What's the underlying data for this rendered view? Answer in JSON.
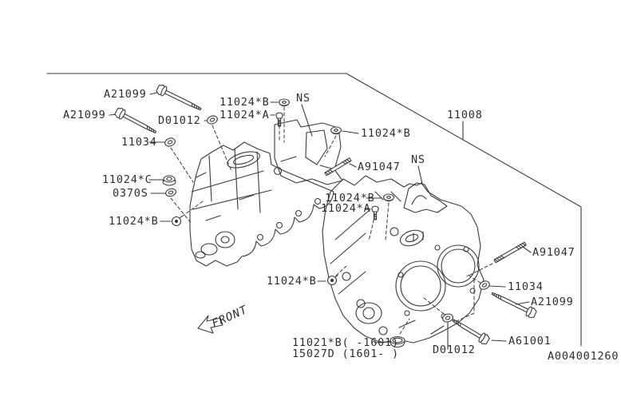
{
  "diagram": {
    "drawing_code": "A004001260",
    "main_part": "11008",
    "direction_label": "FRONT",
    "not_supplied_label": "NS"
  },
  "callouts": [
    {
      "text": "A21099",
      "type": "flange-bolt"
    },
    {
      "text": "A21099",
      "type": "flange-bolt"
    },
    {
      "text": "D01012",
      "type": "washer"
    },
    {
      "text": "11034",
      "type": "washer"
    },
    {
      "text": "11024*B",
      "type": "sealing-plug"
    },
    {
      "text": "NS",
      "type": "not-supplied"
    },
    {
      "text": "11024*A",
      "type": "bolt"
    },
    {
      "text": "11024*B",
      "type": "sealing-plug"
    },
    {
      "text": "11008",
      "type": "cylinder-block"
    },
    {
      "text": "A91047",
      "type": "stud-bolt"
    },
    {
      "text": "NS",
      "type": "not-supplied"
    },
    {
      "text": "11024*B",
      "type": "sealing-plug"
    },
    {
      "text": "11024*A",
      "type": "bolt"
    },
    {
      "text": "11024*C",
      "type": "nut"
    },
    {
      "text": "0370S",
      "type": "washer"
    },
    {
      "text": "11024*B",
      "type": "plug"
    },
    {
      "text": "11024*B",
      "type": "plug"
    },
    {
      "text": "11021*B( -1601)",
      "type": "cup-plug"
    },
    {
      "text": "15027D (1601- )",
      "type": "cup-plug"
    },
    {
      "text": "D01012",
      "type": "washer"
    },
    {
      "text": "A61001",
      "type": "flange-bolt"
    },
    {
      "text": "11034",
      "type": "washer"
    },
    {
      "text": "A21099",
      "type": "flange-bolt"
    },
    {
      "text": "A91047",
      "type": "stud-bolt"
    },
    {
      "text": "A004001260",
      "type": "drawing-code"
    },
    {
      "text": "FRONT",
      "type": "direction"
    }
  ],
  "colors": {
    "line": "#3b3b3b",
    "background": "#ffffff"
  }
}
